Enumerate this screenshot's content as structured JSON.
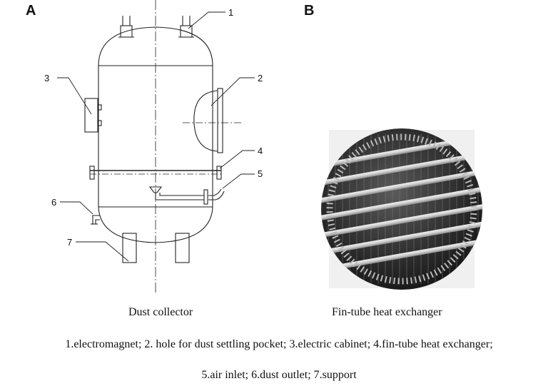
{
  "panels": {
    "a": {
      "letter": "A",
      "caption": "Dust collector"
    },
    "b": {
      "letter": "B",
      "caption": "Fin-tube heat exchanger"
    }
  },
  "callouts": [
    "1",
    "2",
    "3",
    "4",
    "5",
    "6",
    "7"
  ],
  "legend": {
    "line1": "1.electromagnet; 2. hole for dust settling pocket; 3.electric cabinet; 4.fin-tube heat exchanger;",
    "line2": "5.air inlet; 6.dust outlet; 7.support"
  }
}
